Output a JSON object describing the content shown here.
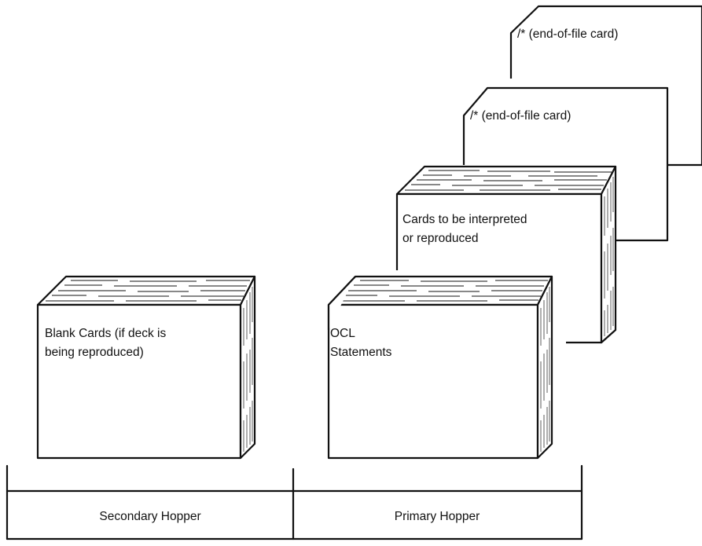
{
  "cards": {
    "eof_back": "/* (end-of-file card)",
    "eof_front": "/* (end-of-file card)",
    "interpret_line1": "Cards to be interpreted",
    "interpret_line2": "or reproduced",
    "ocl_line1": "OCL",
    "ocl_line2": "Statements",
    "blank_line1": "Blank Cards (if deck is",
    "blank_line2": "being reproduced)"
  },
  "hoppers": {
    "secondary": "Secondary Hopper",
    "primary": "Primary Hopper"
  }
}
